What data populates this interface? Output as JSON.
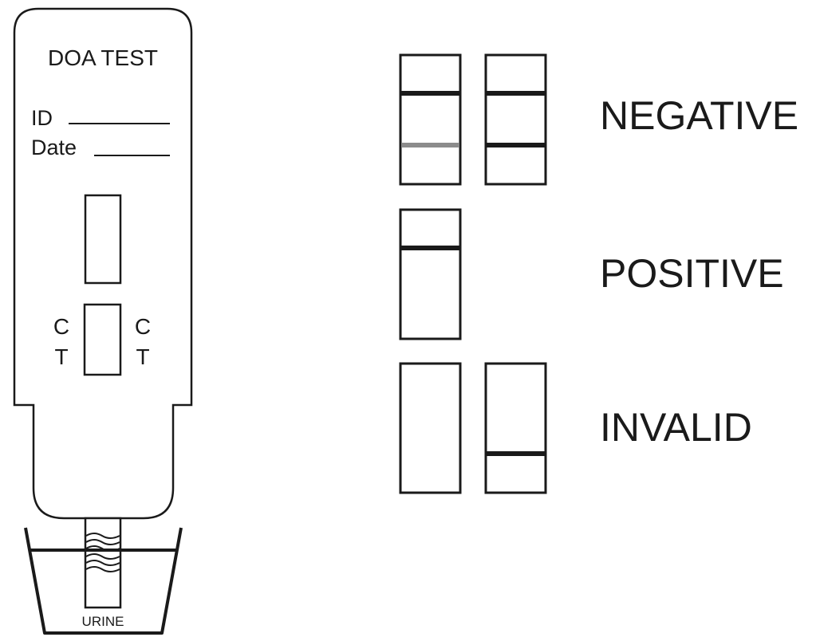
{
  "device": {
    "title": "DOA TEST",
    "id_label": "ID",
    "date_label": "Date",
    "window_left_c": "C",
    "window_left_t": "T",
    "window_right_c": "C",
    "window_right_t": "T"
  },
  "cup": {
    "label": "URINE"
  },
  "results": [
    {
      "label": "NEGATIVE"
    },
    {
      "label": "POSITIVE"
    },
    {
      "label": "INVALID"
    }
  ],
  "colors": {
    "line_dark": "#1a1a1a",
    "line_faint": "#8c8c8c",
    "background": "#ffffff"
  }
}
